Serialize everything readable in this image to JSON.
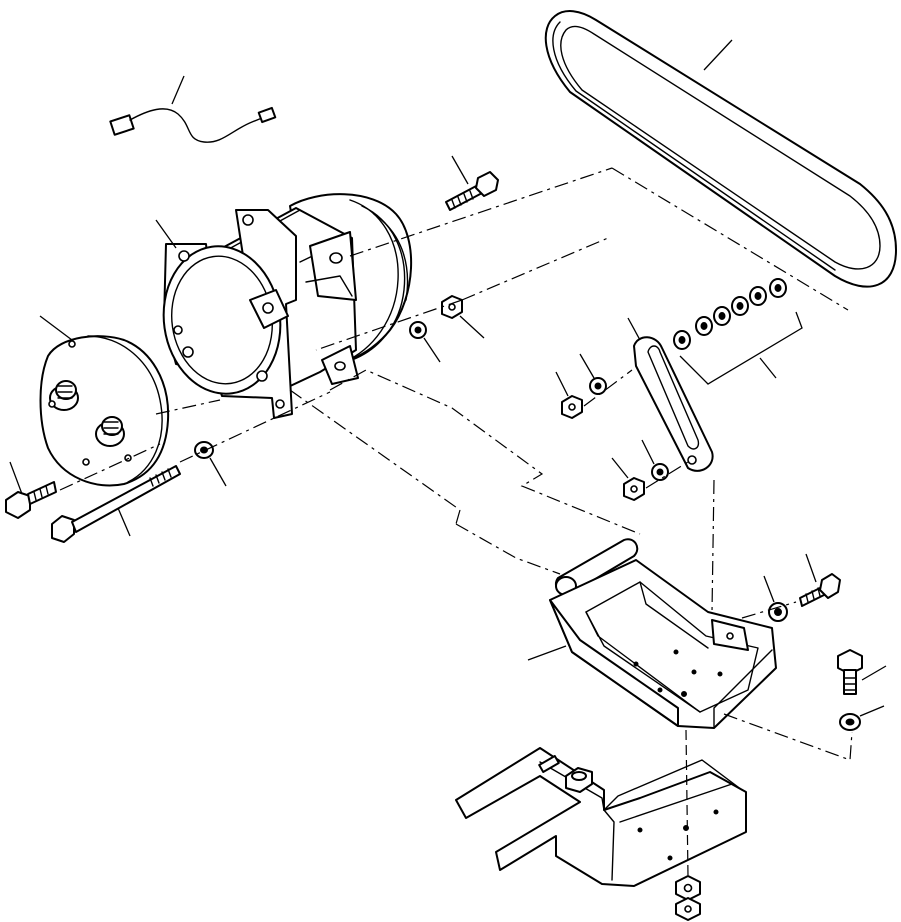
{
  "figure": {
    "type": "exploded-parts-diagram",
    "line_color": "#000000",
    "background_color": "#ffffff",
    "text_labels": []
  },
  "parts": [
    {
      "name": "drive-belt",
      "callout": true
    },
    {
      "name": "wire-harness",
      "callout": true
    },
    {
      "name": "compressor",
      "callout": true
    },
    {
      "name": "clutch-pulley",
      "callout": true
    },
    {
      "name": "short-bolt-left",
      "callout": true
    },
    {
      "name": "long-bolt",
      "callout": true
    },
    {
      "name": "washer-front",
      "callout": true
    },
    {
      "name": "top-bolt",
      "callout": true
    },
    {
      "name": "nut-upper",
      "callout": true
    },
    {
      "name": "washer-upper",
      "callout": true
    },
    {
      "name": "adjusting-bar",
      "callout": true
    },
    {
      "name": "spacer-washers",
      "callout": true
    },
    {
      "name": "nut-mid-left",
      "callout": true
    },
    {
      "name": "washer-mid-left",
      "callout": true
    },
    {
      "name": "nut-lower-left",
      "callout": true
    },
    {
      "name": "washer-lower-left",
      "callout": true
    },
    {
      "name": "mounting-bracket",
      "callout": true
    },
    {
      "name": "bracket-bolt",
      "callout": true
    },
    {
      "name": "bracket-washer",
      "callout": true
    },
    {
      "name": "right-bolt",
      "callout": true
    },
    {
      "name": "right-washer",
      "callout": true
    },
    {
      "name": "frame-support",
      "callout": false
    },
    {
      "name": "bottom-nut",
      "callout": false
    }
  ]
}
